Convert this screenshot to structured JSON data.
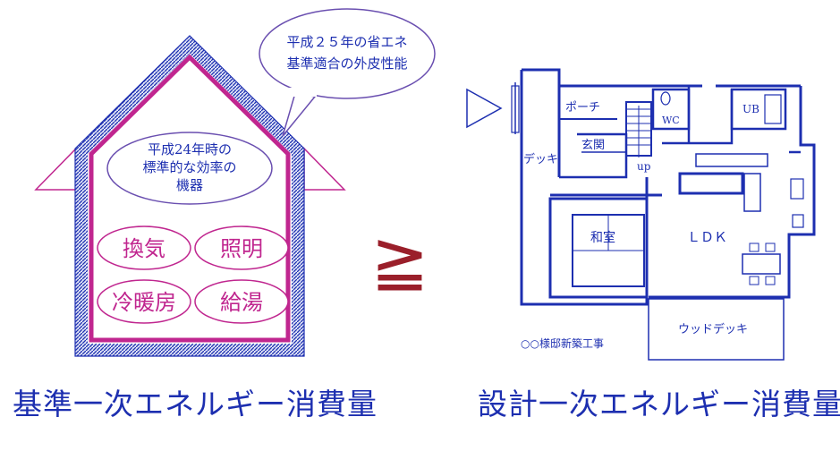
{
  "house": {
    "envelope_callout": [
      "平成２５年の省エネ",
      "基準適合の外皮性能"
    ],
    "equipment_callout": [
      "平成24年時の",
      "標準的な効率の",
      "機器"
    ],
    "equipment": [
      "換気",
      "照明",
      "冷暖房",
      "給湯"
    ]
  },
  "comparison_symbol": "≧",
  "floor_plan": {
    "rooms": {
      "porch": "ポーチ",
      "toilet": "WC",
      "bath": "UB",
      "deck": "デッキ",
      "entrance": "玄関",
      "stairs_up": "up",
      "japanese_room": "和室",
      "ldk": "ＬＤＫ",
      "wood_deck": "ウッドデッキ"
    },
    "house_name": "○○様邸新築工事"
  },
  "labels": {
    "left": "基準一次エネルギー消費量",
    "right": "設計一次エネルギー消費量"
  },
  "colors": {
    "blue": "#1d2fb0",
    "magenta": "#c0268f",
    "bubble": "#6a4fb0",
    "ge_symbol": "#9a1f2a"
  }
}
